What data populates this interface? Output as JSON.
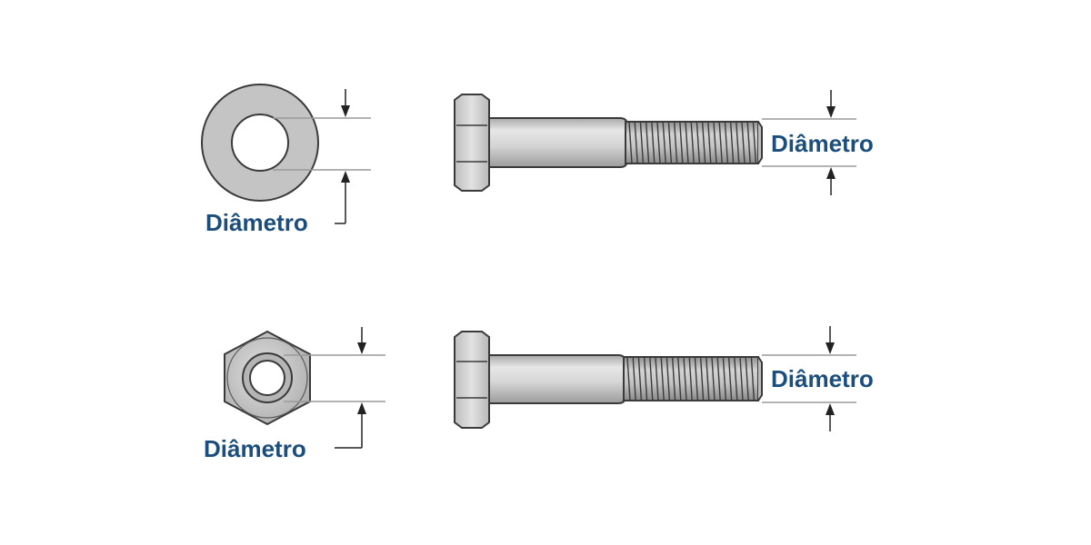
{
  "labels": {
    "washer_diameter": "Diâmetro",
    "nut_diameter": "Diâmetro",
    "bolt_top_diameter": "Diâmetro",
    "bolt_bottom_diameter": "Diâmetro"
  },
  "colors": {
    "label_text": "#1b4e7d",
    "outline": "#3a3a3a",
    "metal_light": "#e4e4e4",
    "metal_mid": "#c8c8c8",
    "metal_dark": "#9a9a9a",
    "dimension_line": "#9a9a9a",
    "arrow": "#222222"
  }
}
